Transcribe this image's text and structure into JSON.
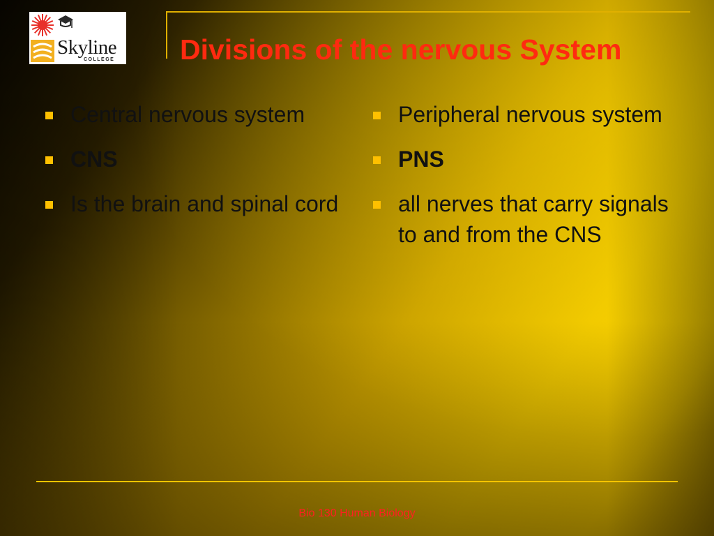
{
  "logo": {
    "name": "Skyline",
    "sub": "COLLEGE"
  },
  "slide": {
    "title": "Divisions of the nervous System"
  },
  "left_column": [
    {
      "text": "Central nervous system",
      "bold": false
    },
    {
      "text": "CNS",
      "bold": true
    },
    {
      "text": "Is the brain and spinal cord",
      "bold": false
    }
  ],
  "right_column": [
    {
      "text": "Peripheral nervous system",
      "bold": false
    },
    {
      "text": "PNS",
      "bold": true
    },
    {
      "text": "all nerves that carry signals to and from the CNS",
      "bold": false
    }
  ],
  "footer": {
    "text": "Bio 130 Human Biology"
  },
  "colors": {
    "title": "#ff2a10",
    "bullet": "#ffc000",
    "rule": "#f5c400",
    "footer": "#ff2020"
  },
  "icons": {
    "bullet": "square-bullet-icon"
  }
}
